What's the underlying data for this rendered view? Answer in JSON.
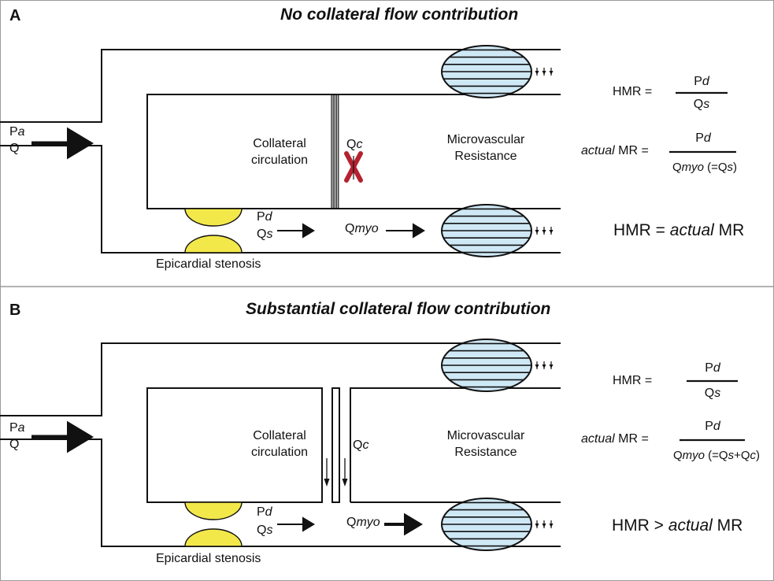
{
  "colors": {
    "line": "#111111",
    "stenosis": "#f3e84a",
    "microvascular": "#cfe8f5",
    "cross": "#b5212f",
    "divider": "#9a9a9a"
  },
  "panels": [
    {
      "letter": "A",
      "title": "No collateral flow contribution",
      "inflow": {
        "p": "P",
        "p_sub": "a",
        "q": "Q"
      },
      "collateral_label": [
        "Collateral",
        "circulation"
      ],
      "qc": {
        "q": "Q",
        "sub": "c"
      },
      "collateral_state": "blocked",
      "micro_label": [
        "Microvascular",
        "Resistance"
      ],
      "pd": {
        "p": "P",
        "sub": "d"
      },
      "qs": {
        "q": "Q",
        "sub": "s"
      },
      "qmyo": {
        "q": "Q",
        "sub": "myo"
      },
      "stenosis_label": "Epicardial stenosis",
      "hmr_eq": {
        "lhs": "HMR =",
        "num_p": "P",
        "num_sub": "d",
        "den_q": "Q",
        "den_sub": "s"
      },
      "mr_eq": {
        "lhs_it": "actual",
        "lhs": " MR =",
        "num_p": "P",
        "num_sub": "d",
        "den_q": "Q",
        "den_sub": "myo",
        "den_tail": " (=Q",
        "den_tail_sub": "s",
        "den_tail_end": ")",
        "den_tail2": "",
        "den_tail2_sub": ""
      },
      "conclusion": {
        "pre": "HMR = ",
        "it": "actual",
        "post": " MR"
      }
    },
    {
      "letter": "B",
      "title": "Substantial collateral flow contribution",
      "inflow": {
        "p": "P",
        "p_sub": "a",
        "q": "Q"
      },
      "collateral_label": [
        "Collateral",
        "circulation"
      ],
      "qc": {
        "q": "Q",
        "sub": "c"
      },
      "collateral_state": "open",
      "micro_label": [
        "Microvascular",
        "Resistance"
      ],
      "pd": {
        "p": "P",
        "sub": "d"
      },
      "qs": {
        "q": "Q",
        "sub": "s"
      },
      "qmyo": {
        "q": "Q",
        "sub": "myo"
      },
      "stenosis_label": "Epicardial stenosis",
      "hmr_eq": {
        "lhs": "HMR =",
        "num_p": "P",
        "num_sub": "d",
        "den_q": "Q",
        "den_sub": "s"
      },
      "mr_eq": {
        "lhs_it": "actual",
        "lhs": " MR =",
        "num_p": "P",
        "num_sub": "d",
        "den_q": "Q",
        "den_sub": "myo",
        "den_tail": " (=Q",
        "den_tail_sub": "s",
        "den_tail_end": "+Q",
        "den_tail2_sub": "c",
        "den_tail2": ")"
      },
      "conclusion": {
        "pre": "HMR > ",
        "it": "actual",
        "post": " MR"
      }
    }
  ]
}
